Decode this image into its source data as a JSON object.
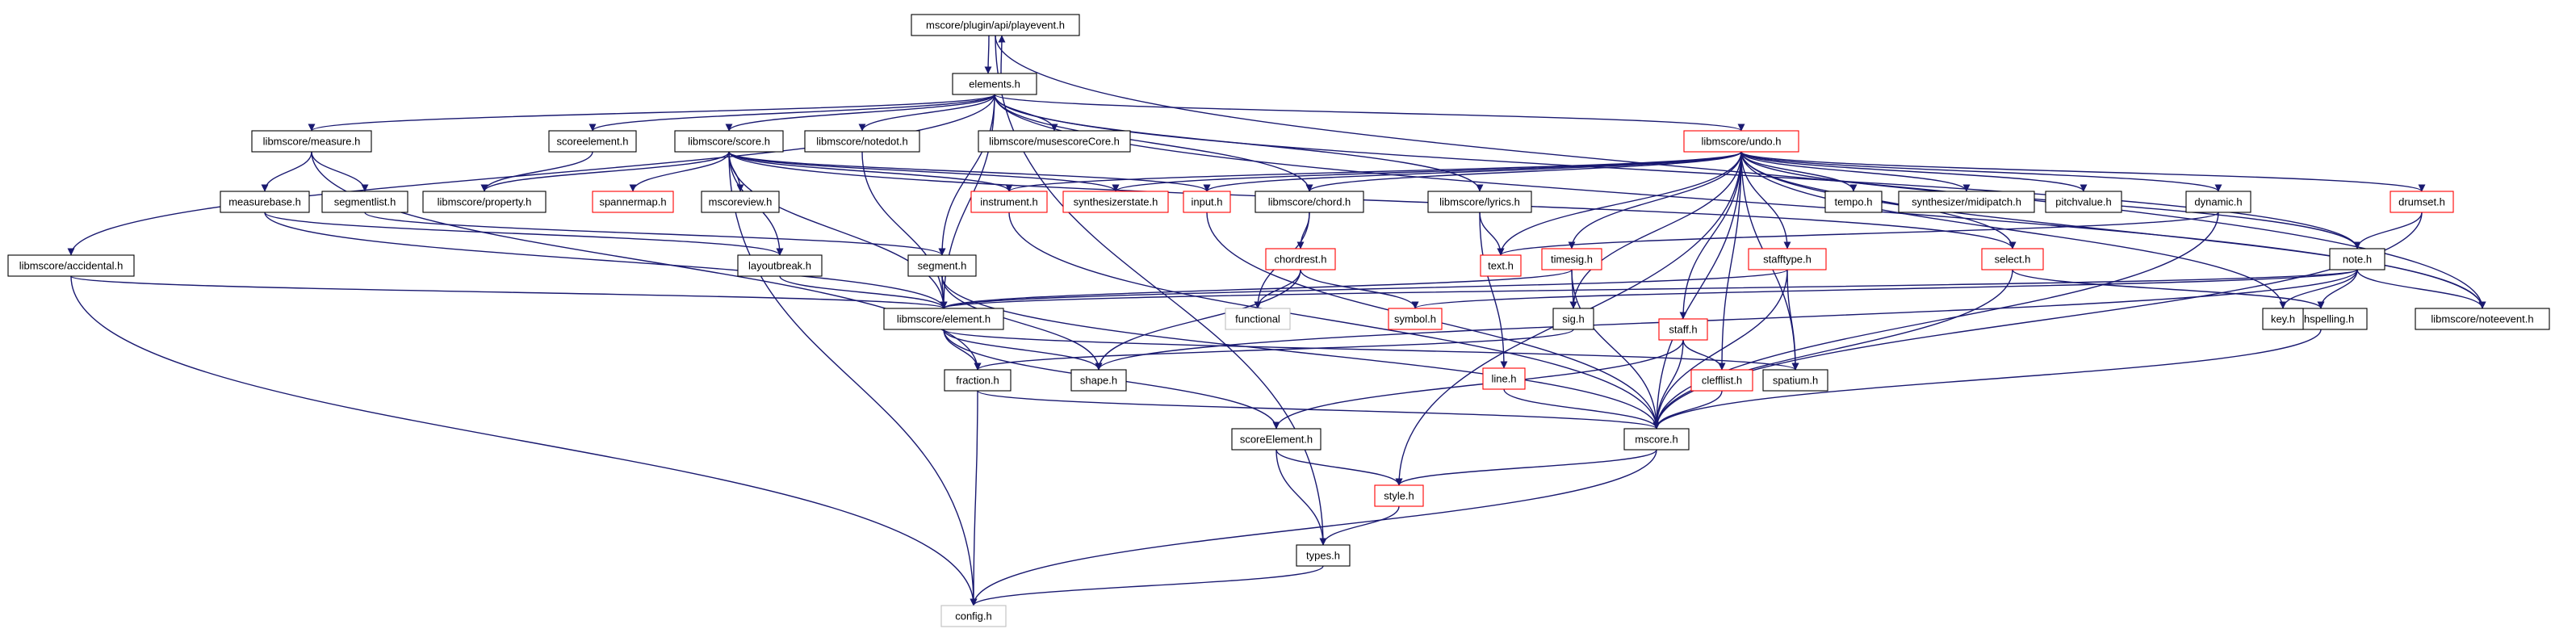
{
  "colors": {
    "edge": "#191970",
    "node_border_normal": "#000000",
    "node_border_truncated": "#ff0000",
    "node_border_external": "#bfbfbf",
    "node_fill_root": "#bfbfbf",
    "node_fill": "#ffffff"
  },
  "nodes": [
    {
      "id": "playevent",
      "label": "mscore/plugin/api/playevent.h",
      "style": "root"
    },
    {
      "id": "elements",
      "label": "elements.h",
      "style": "normal"
    },
    {
      "id": "measure",
      "label": "libmscore/measure.h",
      "style": "normal"
    },
    {
      "id": "scoreelement",
      "label": "scoreelement.h",
      "style": "normal"
    },
    {
      "id": "score",
      "label": "libmscore/score.h",
      "style": "normal"
    },
    {
      "id": "notedot",
      "label": "libmscore/notedot.h",
      "style": "normal"
    },
    {
      "id": "musescorecore",
      "label": "libmscore/musescoreCore.h",
      "style": "normal"
    },
    {
      "id": "undo",
      "label": "libmscore/undo.h",
      "style": "truncated"
    },
    {
      "id": "accidental",
      "label": "libmscore/accidental.h",
      "style": "normal"
    },
    {
      "id": "measurebase",
      "label": "measurebase.h",
      "style": "normal"
    },
    {
      "id": "segmentlist",
      "label": "segmentlist.h",
      "style": "normal"
    },
    {
      "id": "property",
      "label": "libmscore/property.h",
      "style": "normal"
    },
    {
      "id": "spannermap",
      "label": "spannermap.h",
      "style": "truncated"
    },
    {
      "id": "mscoreview",
      "label": "mscoreview.h",
      "style": "normal"
    },
    {
      "id": "instrument",
      "label": "instrument.h",
      "style": "truncated"
    },
    {
      "id": "synthesizerstate",
      "label": "synthesizerstate.h",
      "style": "truncated"
    },
    {
      "id": "input",
      "label": "input.h",
      "style": "truncated"
    },
    {
      "id": "chord",
      "label": "libmscore/chord.h",
      "style": "normal"
    },
    {
      "id": "lyrics",
      "label": "libmscore/lyrics.h",
      "style": "normal"
    },
    {
      "id": "tempo",
      "label": "tempo.h",
      "style": "normal"
    },
    {
      "id": "midipatch",
      "label": "synthesizer/midipatch.h",
      "style": "normal"
    },
    {
      "id": "pitchvalue",
      "label": "pitchvalue.h",
      "style": "normal"
    },
    {
      "id": "dynamic",
      "label": "dynamic.h",
      "style": "normal"
    },
    {
      "id": "drumset",
      "label": "drumset.h",
      "style": "truncated"
    },
    {
      "id": "layoutbreak",
      "label": "layoutbreak.h",
      "style": "normal"
    },
    {
      "id": "segment",
      "label": "segment.h",
      "style": "normal"
    },
    {
      "id": "chordrest",
      "label": "chordrest.h",
      "style": "truncated"
    },
    {
      "id": "text",
      "label": "text.h",
      "style": "truncated"
    },
    {
      "id": "timesig",
      "label": "timesig.h",
      "style": "truncated"
    },
    {
      "id": "stafftype",
      "label": "stafftype.h",
      "style": "truncated"
    },
    {
      "id": "select",
      "label": "select.h",
      "style": "truncated"
    },
    {
      "id": "note",
      "label": "note.h",
      "style": "normal"
    },
    {
      "id": "element",
      "label": "libmscore/element.h",
      "style": "normal"
    },
    {
      "id": "functional",
      "label": "functional",
      "style": "external"
    },
    {
      "id": "symbol",
      "label": "symbol.h",
      "style": "truncated"
    },
    {
      "id": "sig",
      "label": "sig.h",
      "style": "normal"
    },
    {
      "id": "staff",
      "label": "staff.h",
      "style": "truncated"
    },
    {
      "id": "pitchspelling",
      "label": "pitchspelling.h",
      "style": "normal"
    },
    {
      "id": "key",
      "label": "key.h",
      "style": "normal"
    },
    {
      "id": "noteevent",
      "label": "libmscore/noteevent.h",
      "style": "normal"
    },
    {
      "id": "fraction",
      "label": "fraction.h",
      "style": "normal"
    },
    {
      "id": "shape",
      "label": "shape.h",
      "style": "normal"
    },
    {
      "id": "line",
      "label": "line.h",
      "style": "truncated"
    },
    {
      "id": "clefflist",
      "label": "clefflist.h",
      "style": "truncated"
    },
    {
      "id": "spatium",
      "label": "spatium.h",
      "style": "normal"
    },
    {
      "id": "scoreElement",
      "label": "scoreElement.h",
      "style": "normal"
    },
    {
      "id": "mscore",
      "label": "mscore.h",
      "style": "normal"
    },
    {
      "id": "style",
      "label": "style.h",
      "style": "truncated"
    },
    {
      "id": "types",
      "label": "types.h",
      "style": "normal"
    },
    {
      "id": "config",
      "label": "config.h",
      "style": "external"
    }
  ],
  "edges": [
    [
      "playevent",
      "elements"
    ],
    [
      "playevent",
      "noteevent"
    ],
    [
      "playevent",
      "types"
    ],
    [
      "elements",
      "playevent"
    ],
    [
      "elements",
      "measure"
    ],
    [
      "elements",
      "scoreelement"
    ],
    [
      "elements",
      "score"
    ],
    [
      "elements",
      "notedot"
    ],
    [
      "elements",
      "musescorecore"
    ],
    [
      "elements",
      "undo"
    ],
    [
      "elements",
      "accidental"
    ],
    [
      "elements",
      "chord"
    ],
    [
      "elements",
      "lyrics"
    ],
    [
      "elements",
      "segment"
    ],
    [
      "elements",
      "element"
    ],
    [
      "elements",
      "note"
    ],
    [
      "elements",
      "noteevent"
    ],
    [
      "measure",
      "measurebase"
    ],
    [
      "measure",
      "segmentlist"
    ],
    [
      "measure",
      "fraction"
    ],
    [
      "scoreelement",
      "property"
    ],
    [
      "score",
      "property"
    ],
    [
      "score",
      "spannermap"
    ],
    [
      "score",
      "mscoreview"
    ],
    [
      "score",
      "instrument"
    ],
    [
      "score",
      "synthesizerstate"
    ],
    [
      "score",
      "input"
    ],
    [
      "score",
      "layoutbreak"
    ],
    [
      "score",
      "select"
    ],
    [
      "score",
      "config"
    ],
    [
      "score",
      "element"
    ],
    [
      "notedot",
      "element"
    ],
    [
      "undo",
      "instrument"
    ],
    [
      "undo",
      "synthesizerstate"
    ],
    [
      "undo",
      "input"
    ],
    [
      "undo",
      "chord"
    ],
    [
      "undo",
      "tempo"
    ],
    [
      "undo",
      "midipatch"
    ],
    [
      "undo",
      "pitchvalue"
    ],
    [
      "undo",
      "dynamic"
    ],
    [
      "undo",
      "drumset"
    ],
    [
      "undo",
      "timesig"
    ],
    [
      "undo",
      "stafftype"
    ],
    [
      "undo",
      "select"
    ],
    [
      "undo",
      "note"
    ],
    [
      "undo",
      "key"
    ],
    [
      "undo",
      "noteevent"
    ],
    [
      "undo",
      "sig"
    ],
    [
      "undo",
      "staff"
    ],
    [
      "undo",
      "clefflist"
    ],
    [
      "undo",
      "spatium"
    ],
    [
      "undo",
      "mscore"
    ],
    [
      "undo",
      "style"
    ],
    [
      "undo",
      "text"
    ],
    [
      "accidental",
      "element"
    ],
    [
      "accidental",
      "config"
    ],
    [
      "measurebase",
      "layoutbreak"
    ],
    [
      "measurebase",
      "element"
    ],
    [
      "segmentlist",
      "segment"
    ],
    [
      "instrument",
      "mscore"
    ],
    [
      "input",
      "mscore"
    ],
    [
      "chord",
      "chordrest"
    ],
    [
      "chord",
      "functional"
    ],
    [
      "lyrics",
      "text"
    ],
    [
      "lyrics",
      "line"
    ],
    [
      "dynamic",
      "text"
    ],
    [
      "dynamic",
      "mscore"
    ],
    [
      "drumset",
      "note"
    ],
    [
      "drumset",
      "mscore"
    ],
    [
      "layoutbreak",
      "element"
    ],
    [
      "segment",
      "element"
    ],
    [
      "segment",
      "shape"
    ],
    [
      "segment",
      "mscore"
    ],
    [
      "chordrest",
      "functional"
    ],
    [
      "chordrest",
      "symbol"
    ],
    [
      "chordrest",
      "shape"
    ],
    [
      "timesig",
      "element"
    ],
    [
      "timesig",
      "sig"
    ],
    [
      "timesig",
      "mscore"
    ],
    [
      "stafftype",
      "element"
    ],
    [
      "stafftype",
      "spatium"
    ],
    [
      "stafftype",
      "mscore"
    ],
    [
      "select",
      "pitchspelling"
    ],
    [
      "select",
      "mscore"
    ],
    [
      "note",
      "element"
    ],
    [
      "note",
      "symbol"
    ],
    [
      "note",
      "pitchspelling"
    ],
    [
      "note",
      "key"
    ],
    [
      "note",
      "noteevent"
    ],
    [
      "note",
      "shape"
    ],
    [
      "element",
      "fraction"
    ],
    [
      "element",
      "shape"
    ],
    [
      "element",
      "scoreElement"
    ],
    [
      "element",
      "spatium"
    ],
    [
      "sig",
      "fraction"
    ],
    [
      "staff",
      "clefflist"
    ],
    [
      "staff",
      "mscore"
    ],
    [
      "staff",
      "scoreElement"
    ],
    [
      "pitchspelling",
      "mscore"
    ],
    [
      "fraction",
      "config"
    ],
    [
      "fraction",
      "mscore"
    ],
    [
      "line",
      "mscore"
    ],
    [
      "clefflist",
      "mscore"
    ],
    [
      "scoreElement",
      "style"
    ],
    [
      "scoreElement",
      "types"
    ],
    [
      "mscore",
      "style"
    ],
    [
      "mscore",
      "config"
    ],
    [
      "style",
      "types"
    ],
    [
      "types",
      "config"
    ]
  ]
}
